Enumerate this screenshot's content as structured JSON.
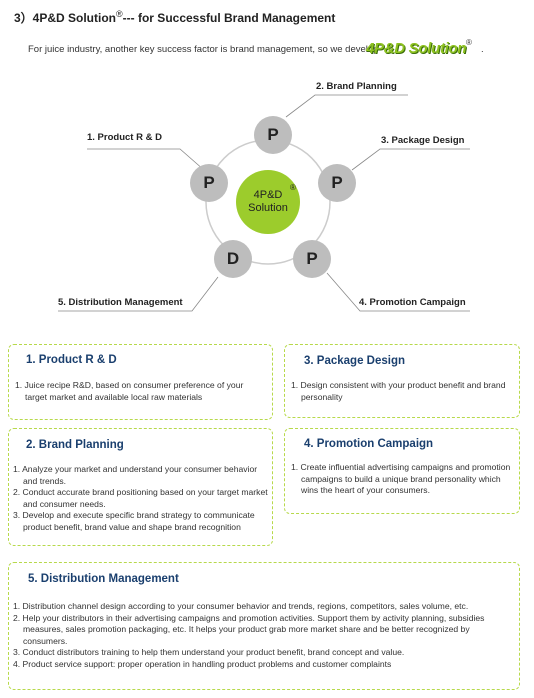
{
  "header": {
    "title": "3）4P&D Solution",
    "title_reg": "®",
    "title_suffix": "--- for Successful Brand Management"
  },
  "intro": {
    "text": "For juice industry, another key success factor is brand management, so we develop",
    "logo_text": "4P&D Solution",
    "logo_reg": "®",
    "end": "."
  },
  "diagram": {
    "center_line1": "4P&D",
    "center_line2": "Solution",
    "center_reg": "®",
    "labels": {
      "product": "1. Product R & D",
      "brand": "2. Brand Planning",
      "package": "3. Package Design",
      "promotion": "4. Promotion Campaign",
      "distribution": "5. Distribution Management"
    },
    "letters": {
      "product": "P",
      "brand": "P",
      "package": "P",
      "promotion": "P",
      "distribution": "D"
    },
    "colors": {
      "circle": "#bdbdbd",
      "center": "#9ccc2c",
      "ring": "#cccccc"
    }
  },
  "boxes": {
    "product": {
      "title": "1. Product R & D",
      "items": [
        "1. Juice recipe R&D, based on consumer preference of your target market and available local raw materials"
      ]
    },
    "package": {
      "title": "3. Package Design",
      "items": [
        "1. Design consistent with your product benefit and brand personality"
      ]
    },
    "brand": {
      "title": "2. Brand Planning",
      "items": [
        "1. Analyze your market and understand your consumer behavior and trends.",
        "2. Conduct accurate brand positioning based on your target market and consumer needs.",
        "3. Develop and execute specific brand strategy to communicate product benefit, brand value and shape brand recognition"
      ]
    },
    "promotion": {
      "title": "4. Promotion Campaign",
      "items": [
        "1. Create influential advertising campaigns and promotion campaigns to build a unique brand personality which wins the heart of your consumers."
      ]
    },
    "distribution": {
      "title": "5. Distribution Management",
      "items": [
        "1. Distribution channel design according to your consumer behavior and trends, regions, competitors, sales volume, etc.",
        "2. Help your distributors in their advertising campaigns and promotion activities. Support them by activity planning, subsidies measures, sales promotion packaging, etc. It helps your product grab more market share and be better recognized by consumers.",
        "3. Conduct distributors training to help them understand your product benefit, brand concept and value.",
        "4. Product service support: proper operation in handling product problems and customer complaints"
      ]
    },
    "accent": "#b7d94a",
    "title_color": "#1a3f6e"
  }
}
